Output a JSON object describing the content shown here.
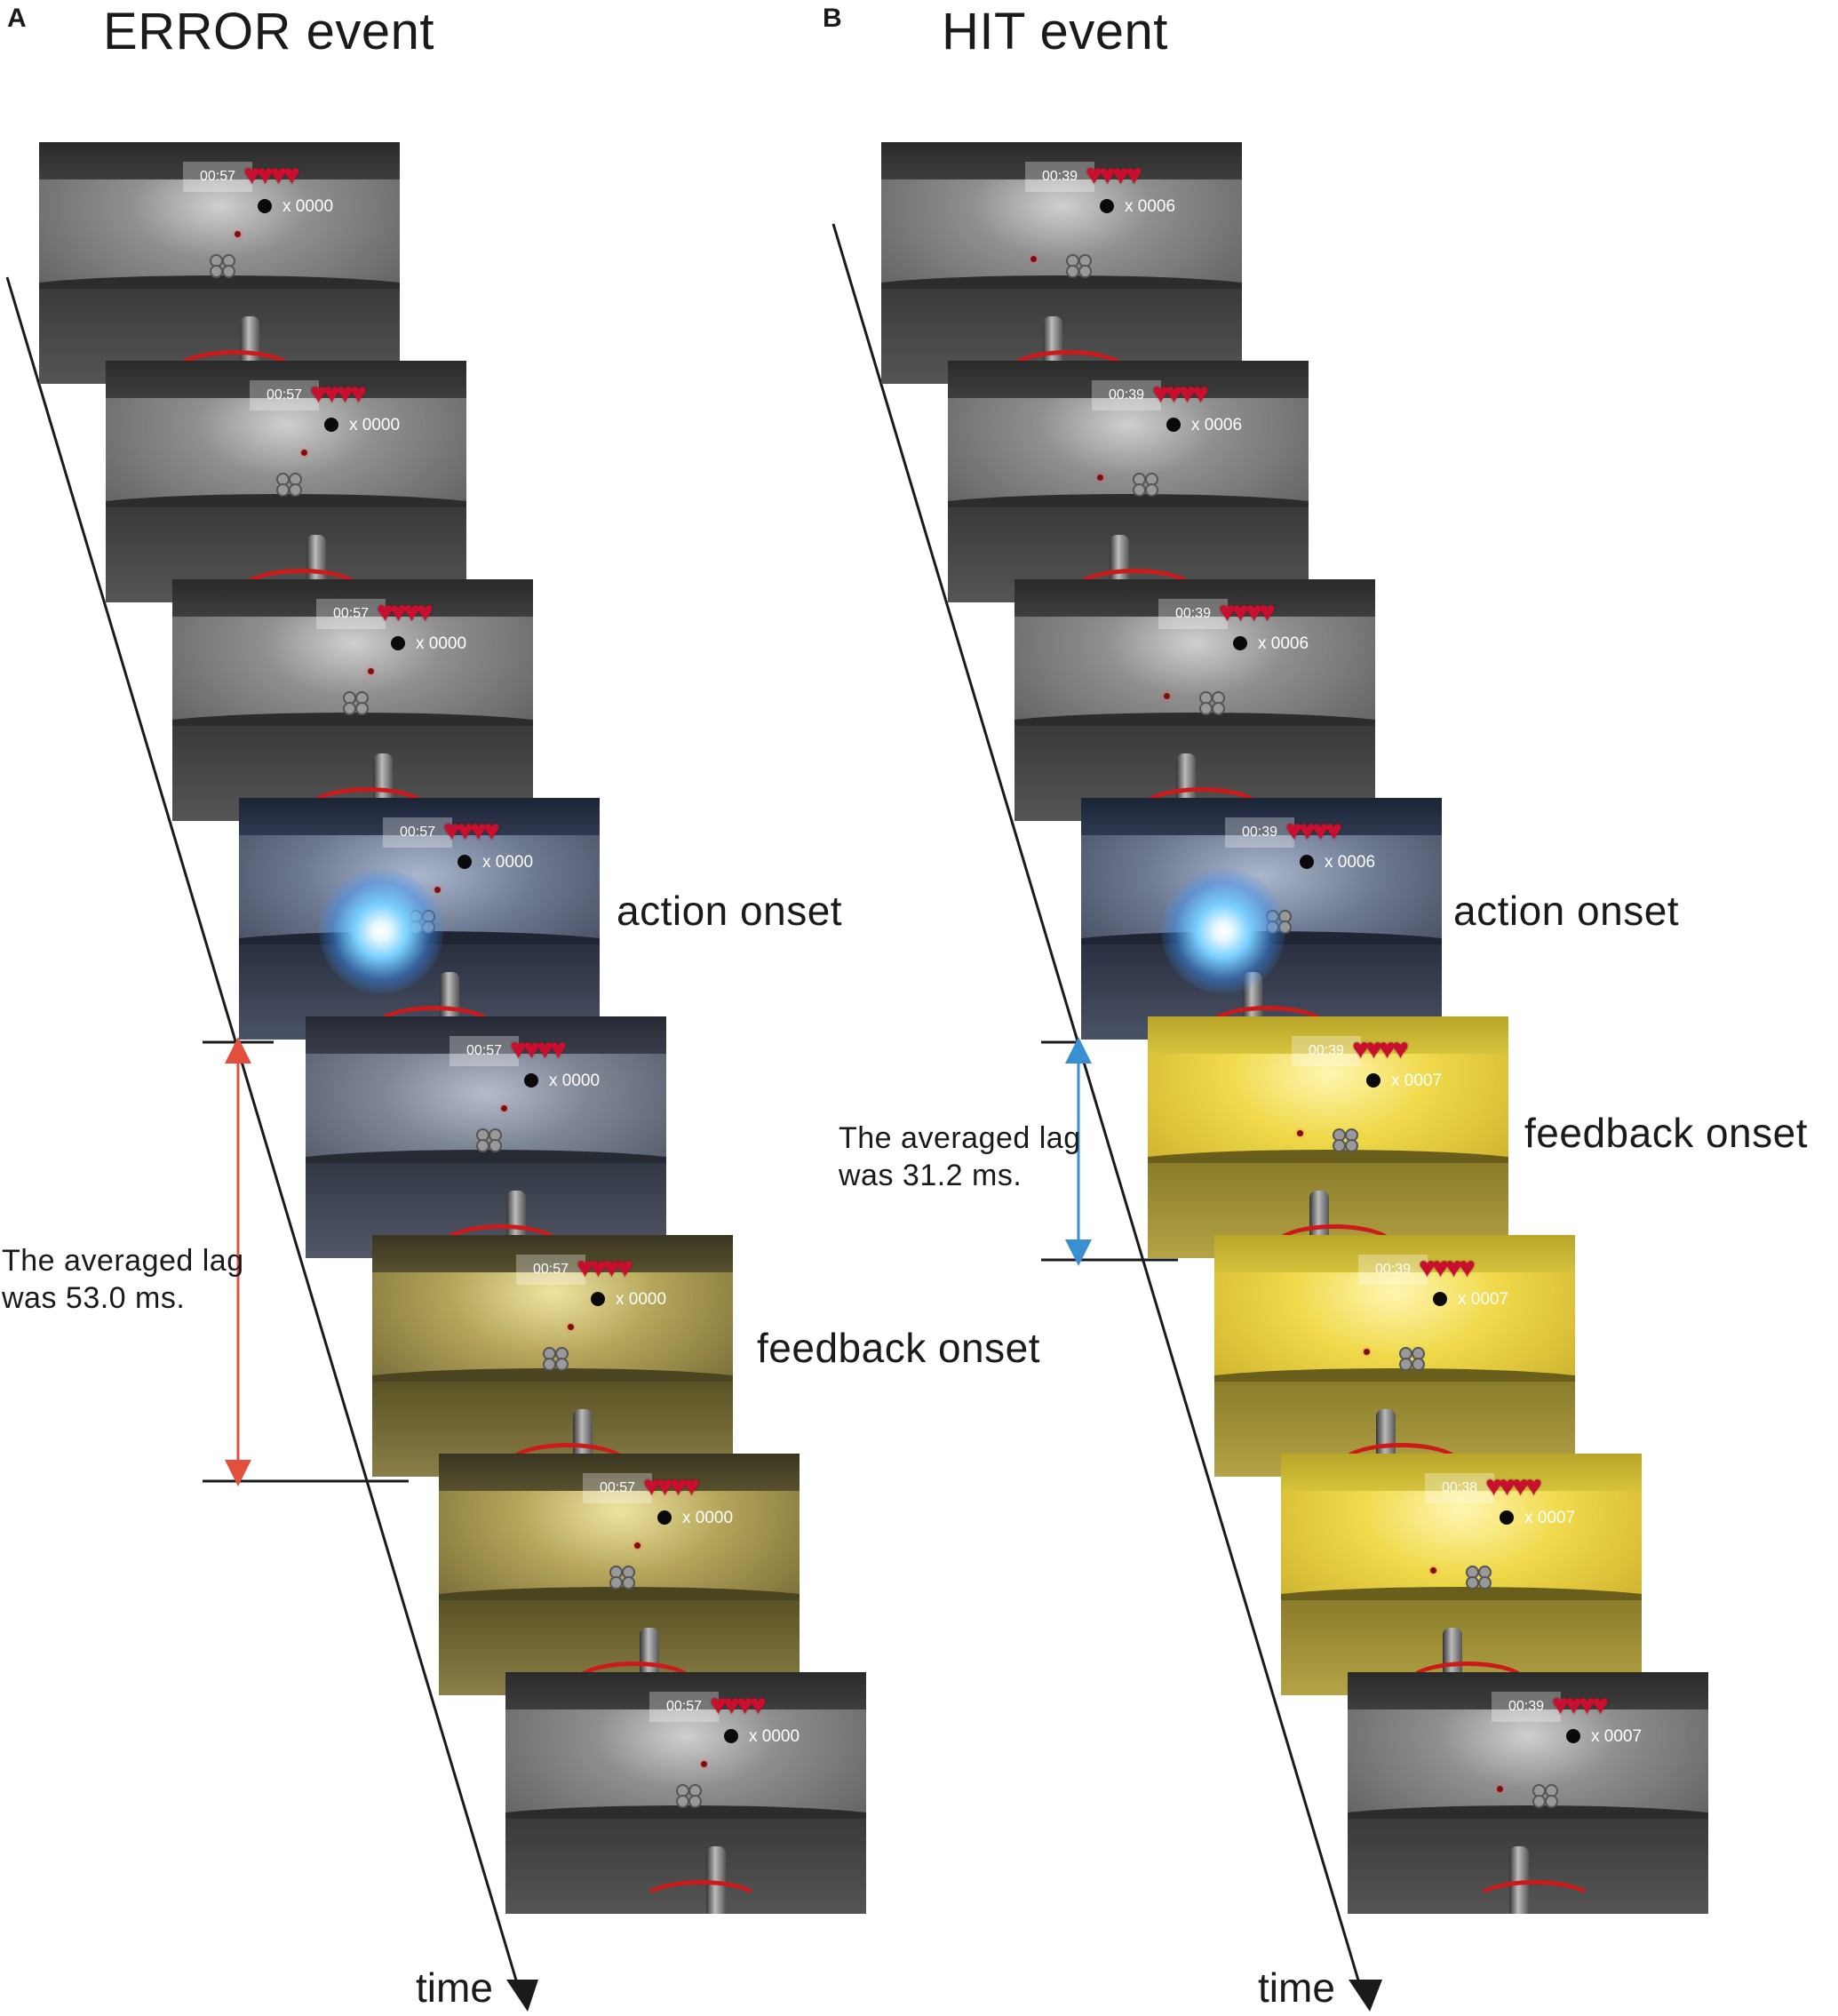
{
  "panels": {
    "A": {
      "letter": "A",
      "title": "ERROR event",
      "action_label": "action onset",
      "feedback_label": "feedback onset",
      "lag_line1": "The averaged lag",
      "lag_line2": "was 53.0 ms.",
      "time_label": "time",
      "frames": [
        {
          "timer": "00:57",
          "score": "x 0000",
          "style": "gray"
        },
        {
          "timer": "00:57",
          "score": "x 0000",
          "style": "gray"
        },
        {
          "timer": "00:57",
          "score": "x 0000",
          "style": "gray"
        },
        {
          "timer": "00:57",
          "score": "x 0000",
          "style": "blue"
        },
        {
          "timer": "00:57",
          "score": "x 0000",
          "style": "bluegray"
        },
        {
          "timer": "00:57",
          "score": "x 0000",
          "style": "olive"
        },
        {
          "timer": "00:57",
          "score": "x 0000",
          "style": "olive"
        },
        {
          "timer": "00:57",
          "score": "x 0000",
          "style": "gray"
        }
      ]
    },
    "B": {
      "letter": "B",
      "title": "HIT event",
      "action_label": "action onset",
      "feedback_label": "feedback onset",
      "lag_line1": "The averaged lag",
      "lag_line2": "was 31.2 ms.",
      "time_label": "time",
      "frames": [
        {
          "timer": "00:39",
          "score": "x 0006",
          "style": "gray"
        },
        {
          "timer": "00:39",
          "score": "x 0006",
          "style": "gray"
        },
        {
          "timer": "00:39",
          "score": "x 0006",
          "style": "gray"
        },
        {
          "timer": "00:39",
          "score": "x 0006",
          "style": "blue"
        },
        {
          "timer": "00:39",
          "score": "x 0007",
          "style": "yellow"
        },
        {
          "timer": "00:39",
          "score": "x 0007",
          "style": "yellow"
        },
        {
          "timer": "00:38",
          "score": "x 0007",
          "style": "yellow"
        },
        {
          "timer": "00:39",
          "score": "x 0007",
          "style": "gray"
        }
      ]
    }
  },
  "icons": {
    "heart": "heart-icon",
    "bomb": "bomb-icon",
    "drone": "drone-icon"
  },
  "colors": {
    "error_arrow": "#e0503c",
    "hit_arrow": "#3a8fd0",
    "heart": "#c8102e"
  }
}
